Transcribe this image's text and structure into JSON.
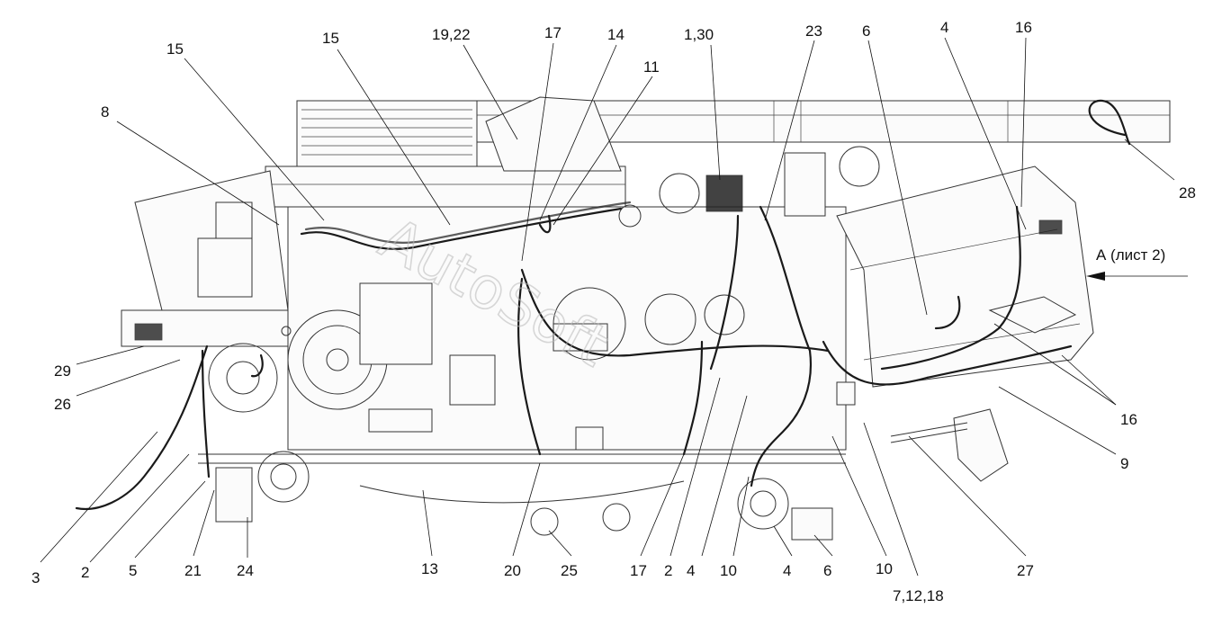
{
  "watermark": "AutoSoft",
  "view_label": "А (лист 2)",
  "callouts": [
    {
      "label": "15"
    },
    {
      "label": "15"
    },
    {
      "label": "19,22"
    },
    {
      "label": "17"
    },
    {
      "label": "14"
    },
    {
      "label": "1,30"
    },
    {
      "label": "23"
    },
    {
      "label": "6"
    },
    {
      "label": "4"
    },
    {
      "label": "16"
    },
    {
      "label": "11"
    },
    {
      "label": "8"
    },
    {
      "label": "28"
    },
    {
      "label": "29"
    },
    {
      "label": "26"
    },
    {
      "label": "16"
    },
    {
      "label": "9"
    },
    {
      "label": "3"
    },
    {
      "label": "2"
    },
    {
      "label": "5"
    },
    {
      "label": "21"
    },
    {
      "label": "24"
    },
    {
      "label": "13"
    },
    {
      "label": "20"
    },
    {
      "label": "25"
    },
    {
      "label": "17"
    },
    {
      "label": "2"
    },
    {
      "label": "4"
    },
    {
      "label": "10"
    },
    {
      "label": "4"
    },
    {
      "label": "6"
    },
    {
      "label": "10"
    },
    {
      "label": "7,12,18"
    },
    {
      "label": "27"
    }
  ]
}
